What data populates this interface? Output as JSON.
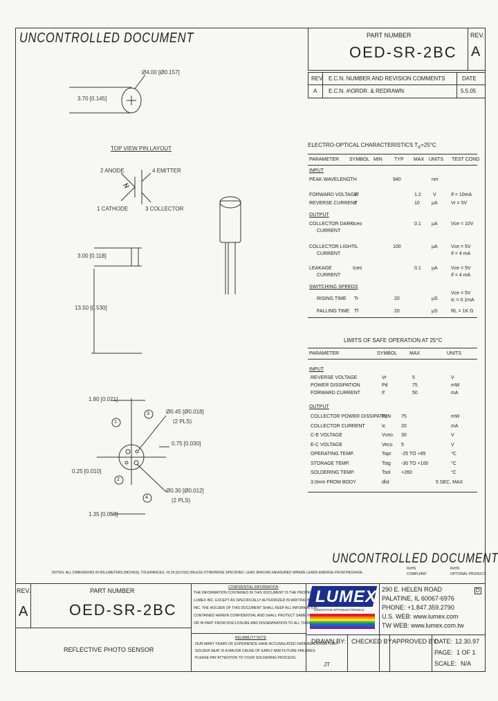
{
  "header": {
    "watermark_top": "UNCONTROLLED DOCUMENT",
    "part_number_label": "PART NUMBER",
    "part_number": "OED-SR-2BC",
    "rev_label": "REV.",
    "rev": "A"
  },
  "revision_table": {
    "columns": [
      "REV",
      "E.C.N. NUMBER AND REVISION COMMENTS",
      "DATE"
    ],
    "rows": [
      [
        "A",
        "E.C.N. #\\ORDR. & REDRAWN",
        "5.5.05"
      ]
    ]
  },
  "drawing": {
    "dia_outer": "Ø4.00 [Ø0.157]",
    "width_dim": "3.70 [0.145]",
    "pin_layout_title": "TOP VIEW PIN LAYOUT",
    "pin_anode": "2 ANODE",
    "pin_emitter": "4 EMITTER",
    "pin_cathode": "1 CATHODE",
    "pin_collector": "3 COLLECTOR",
    "lens_dim": "3.00 [0.118]",
    "lead_dim": "13.50 [0.530]",
    "bottom_top_dim": "1.80 [0.071]",
    "pin_dia_big": "Ø0.45 [Ø0.018]",
    "pin_dia_big_note": "(2 PLS)",
    "spacing_a": "0.75 [0.030]",
    "spacing_b": "0.25 [0.010]",
    "pin_dia_small": "Ø0.30 [Ø0.012]",
    "pin_dia_small_note": "(2 PLS)",
    "bottom_dim": "1.35 [0.053]",
    "pin_numbers": [
      "1",
      "2",
      "3",
      "4"
    ]
  },
  "eo_table": {
    "title": "ELECTRO-OPTICAL CHARACTERISTICS T",
    "title_sub": "A",
    "title_tail": "=25°C",
    "columns": [
      "PARAMETER",
      "SYMBOL",
      "MIN",
      "TYP",
      "MAX",
      "UNITS",
      "TEST COND"
    ],
    "input_label": "INPUT",
    "peak_wavelength": [
      "PEAK WAVELENGTH",
      "",
      "",
      "940",
      "",
      "nm",
      ""
    ],
    "forward_voltage": [
      "FORWARD VOLTAGE",
      "Vf",
      "",
      "",
      "1.2",
      "V",
      "If = 10mA"
    ],
    "reverse_current": [
      "REVERSE CURRENT",
      "Ir",
      "",
      "",
      "10",
      "µA",
      "Vr = 5V"
    ],
    "output_label": "OUTPUT",
    "dark_current": [
      "COLLECTOR DARK",
      "Iceo",
      "",
      "",
      "0.1",
      "µA",
      "Vce = 10V"
    ],
    "dark_current_2": "CURRENT",
    "light_current": [
      "COLLECTOR LIGHT",
      "IL",
      "",
      "100",
      "",
      "µA",
      "Vce = 5V"
    ],
    "light_current_2": "CURRENT",
    "light_current_cond2": "If = 4 mA",
    "leakage": [
      "LEAKAGE",
      "Iceo",
      "",
      "",
      "0.1",
      "µA",
      "Vce = 5V"
    ],
    "leakage_2": "CURRENT",
    "leakage_cond2": "If = 4 mA",
    "switching_label": "SWITCHING SPEEDS",
    "rise_time": [
      "RISING TIME",
      "Tr",
      "",
      "20",
      "",
      "µS",
      "Vce = 5V"
    ],
    "rise_cond2": "Ic = 0.1mA",
    "fall_time": [
      "FALLING TIME",
      "Tf",
      "",
      "20",
      "",
      "µS",
      "RL = 1K Ω"
    ]
  },
  "max_table": {
    "title": "LIMITS OF SAFE OPERATION AT 25°C",
    "columns": [
      "PARAMETER",
      "SYMBOL",
      "MAX",
      "UNITS"
    ],
    "input_label": "INPUT",
    "input_rows": [
      [
        "REVERSE VOLTAGE",
        "Vr",
        "5",
        "V"
      ],
      [
        "POWER DISSIPATION",
        "Pd",
        "75",
        "mW"
      ],
      [
        "FORWARD CURRENT",
        "If",
        "50",
        "mA"
      ]
    ],
    "output_label": "OUTPUT",
    "output_rows": [
      [
        "COLLECTOR POWER DISSIPATION",
        "Pc",
        "75",
        "mW"
      ],
      [
        "COLLECTOR CURRENT",
        "Ic",
        "20",
        "mA"
      ],
      [
        "C-E VOLTAGE",
        "Vceo",
        "30",
        "V"
      ],
      [
        "E-C VOLTAGE",
        "Veco",
        "5",
        "V"
      ],
      [
        "OPERATING TEMP.",
        "Topr",
        "-25 TO +85",
        "°C"
      ],
      [
        "STORAGE TEMP.",
        "Tstg",
        "-30 TO +100",
        "°C"
      ],
      [
        "SOLDERING TEMP.",
        "Tsol",
        "+260",
        "°C"
      ],
      [
        "3.0mm FROM BODY",
        "dlst",
        "",
        "5 SEC. MAX"
      ]
    ]
  },
  "footer": {
    "watermark_bottom": "UNCONTROLLED DOCUMENT",
    "tolerance_note": "NOTES: ALL DIMENSIONS IN MILLIMETERS [INCHES]. TOLERANCES: ±0.25 [±0.010] UNLESS OTHERWISE SPECIFIED. LEAD SPACING MEASURED WHERE LEADS EMERGE FROM PACKAGE.",
    "rohs_left": "RoHS",
    "rohs_left_2": "COMPLIANT",
    "rohs_right": "RoHS",
    "rohs_right_2": "OPTIONAL PRODUCT",
    "rev_label": "REV.",
    "rev": "A",
    "part_number_label": "PART NUMBER",
    "part_number": "OED-SR-2BC",
    "description": "REFLECTIVE PHOTO SENSOR",
    "confidential_title": "CONFIDENTIAL INFORMATION",
    "confidential_lines": [
      "THE INFORMATION CONTAINED IN THIS DOCUMENT IS THE PROPERTY OF",
      "LUMEX INC. EXCEPT AS SPECIFICALLY AUTHORIZED IN WRITING BY LUMEX",
      "INC. THE HOLDER OF THIS DOCUMENT SHALL KEEP ALL INFORMATION",
      "CONTAINED HEREIN CONFIDENTIAL AND SHALL PROTECT SAME IN WHOLE",
      "OR IN PART FROM DISCLOSURE AND DISSEMINATION TO ALL THIRD PARTIES."
    ],
    "reliability_title": "RELIABILITY NOTE",
    "reliability_lines": [
      "OUR MANY YEARS OF EXPERIENCE HAVE ACCUMULATED DATA INDICATING THAT",
      "SOLDER HEAT IS A MAJOR CAUSE OF EARLY AND FUTURE FAILURES.",
      "PLEASE PAY ATTENTION TO YOUR SOLDERING PROCESS."
    ],
    "logo_text": "LUMEX",
    "logo_tagline": "INNOVATIVE OPTOELECTRONICS",
    "address": [
      "290 E. HELEN ROAD",
      "PALATINE, IL  60067-6976",
      "PHONE: +1.847.359.2790",
      "U.S. WEB: www.lumex.com",
      "TW WEB: www.lumex.com.tw"
    ],
    "drawn_by_label": "DRAWN BY:",
    "drawn_by": "JT",
    "checked_by_label": "CHECKED BY:",
    "approved_by_label": "APPROVED BY:",
    "date_label": "DATE:",
    "date": "12.30.97",
    "page_label": "PAGE:",
    "page": "1 OF 1",
    "scale_label": "SCALE:",
    "scale": "N/A",
    "corner_mark": "D"
  },
  "colors": {
    "line": "#333333",
    "logo_blue": "#1b2f8a",
    "rainbow": [
      "#e02020",
      "#f08a10",
      "#f0e020",
      "#30b040",
      "#2060d0",
      "#6030a0"
    ]
  }
}
